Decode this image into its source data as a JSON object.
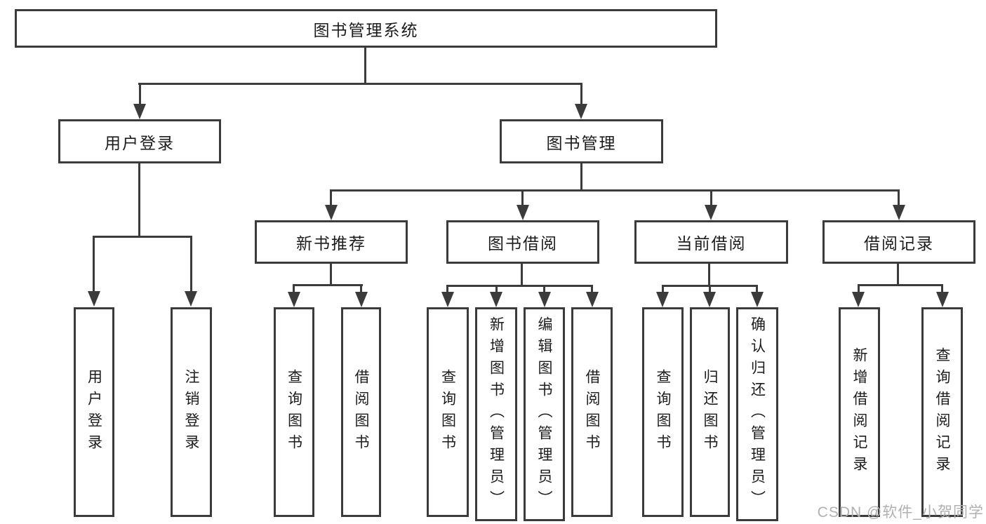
{
  "diagram": {
    "title": "图书管理系统",
    "nodes": {
      "root": "图书管理系统",
      "user_login": "用户登录",
      "book_mgmt": "图书管理",
      "new_book_rec": "新书推荐",
      "book_borrow": "图书借阅",
      "current_borrow": "当前借阅",
      "borrow_records": "借阅记录",
      "leaf_user_login": "用户登录",
      "leaf_logout": "注销登录",
      "leaf_nb_query": "查询图书",
      "leaf_nb_borrow": "借阅图书",
      "leaf_bb_query": "查询图书",
      "leaf_bb_add": "新增图书（管理员）",
      "leaf_bb_edit": "编辑图书（管理员）",
      "leaf_bb_borrow": "借阅图书",
      "leaf_cb_query": "查询图书",
      "leaf_cb_return": "归还图书",
      "leaf_cb_confirm": "确认归还（管理员）",
      "leaf_br_add": "新增借阅记录",
      "leaf_br_query": "查询借阅记录"
    }
  },
  "watermark": {
    "text": "CSDN @软件_小贺同学"
  },
  "colors": {
    "border": "#3b3b3b",
    "connector": "#3b3b3b",
    "text": "#1c1c1c",
    "watermark": "#b0b0b0",
    "background": "#ffffff"
  }
}
